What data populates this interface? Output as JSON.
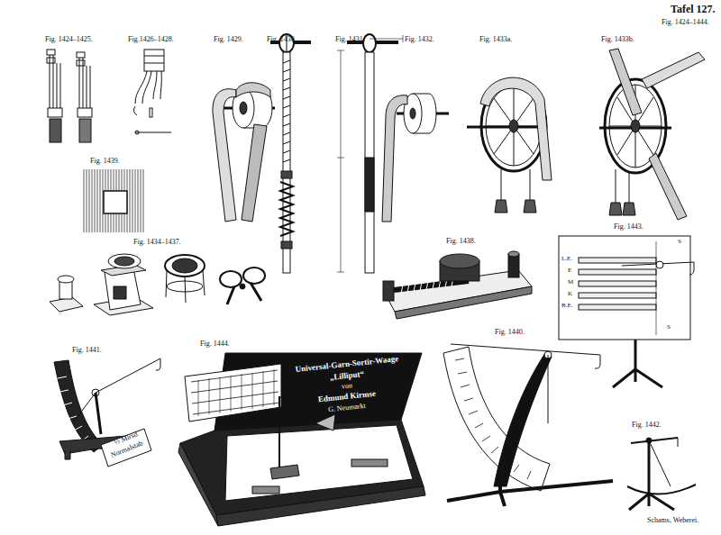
{
  "diagram": {
    "title": "Tafel 127.",
    "labels": [
      "Fig. 1424–1444.",
      "Fig. 1424–1425.",
      "Fig.1426–1428.",
      "Fig. 1429.",
      "Fig. 1430.",
      "Fig. 1431.",
      "Fig. 1432.",
      "Fig. 1433a.",
      "Fig. 1433b.",
      "Fig. 1439.",
      "Fig. 1434–1437.",
      "Fig. 1438.",
      "Fig. 1443.",
      "Fig. 1441.",
      "Fig. 1444.",
      "Fig. 1440.",
      "Fig. 1442.",
      "Universal-Garn-Sortir-Waage",
      "„Lilliput“",
      "von",
      "Edmund Kirmse",
      "G. Neumarkt",
      "½ Mirsd",
      "Normalstab",
      "S",
      "L.E.",
      "E",
      "M",
      "K",
      "B.E.",
      "S",
      "Schams, Weberei."
    ]
  }
}
